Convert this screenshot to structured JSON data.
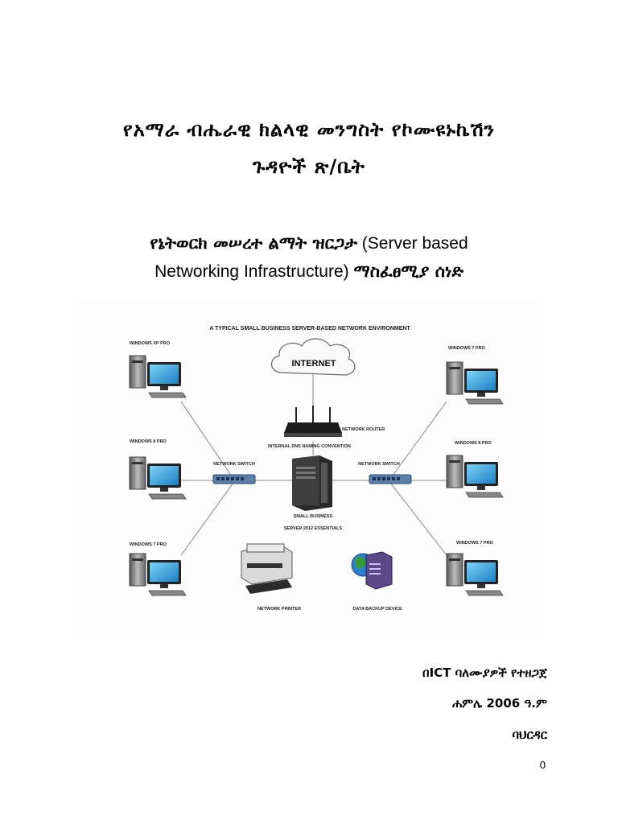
{
  "header": {
    "title_line1": "የአማራ ብሔራዊ ክልላዊ መንግስት የኮሙዩኑኬሽን",
    "title_line2": "ጉዳዮች ጽ/ቤት"
  },
  "subtitle": {
    "line1_amharic": "የኔትወርክ መሠረተ ልማት ዝርጋታ",
    "line1_english": "(Server based",
    "line2_english": "Networking Infrastructure)",
    "line2_amharic": "ማስፈፀሚያ ሰነድ"
  },
  "diagram": {
    "title": "A TYPICAL SMALL BUSINESS  SERVER-BASED NETWORK ENVIRONMENT",
    "internet": "INTERNET",
    "router": "NETWORK ROUTER",
    "dns": "INTERNAL DNS NAMING CONVENTION",
    "switch_left": "NETWORK SWITCH",
    "switch_right": "NETWORK SWITCH",
    "server_line1": "SMALL BUSINESS",
    "server_line2": "SERVER 2012 ESSENTIALS",
    "printer": "NETWORK PRINTER",
    "backup": "DATA BACKUP DEVICE",
    "pc_left_top": "WINDOWS XP PRO",
    "pc_left_mid": "WINDOWS 8 PRO",
    "pc_left_bot": "WINDOWS 7 PRO",
    "pc_right_top": "WINDOWS 7 PRO",
    "pc_right_mid": "WINDOWS 8 PRO",
    "pc_right_bot": "WINDOWS 7 PRO"
  },
  "footer": {
    "prepared_by": "በICT ባለሙያዎች የተዘጋጀ",
    "date": "ሐምሌ 2006 ዓ.ም",
    "place": "ባህርዳር",
    "page_number": "0"
  }
}
